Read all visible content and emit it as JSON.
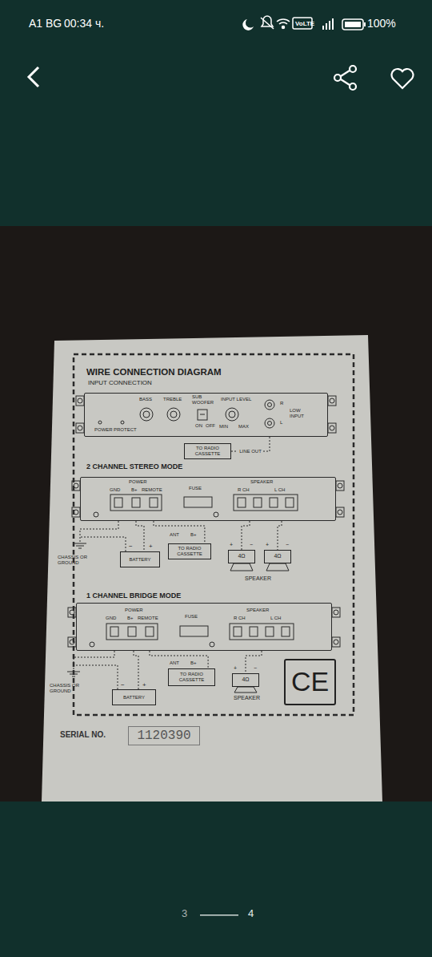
{
  "diagram": {
    "title": "WIRE CONNECTION DIAGRAM",
    "nodes": [
      {
        "text": [
          "BASS",
          "TREBLE",
          "SUB WOOFER",
          "ON",
          "OFF",
          "INPUT LEVEL",
          "MIN",
          "MAX",
          "R",
          "L",
          "LOW INPUT",
          "POWER",
          "PROTECT"
        ]
      },
      {
        "text": [
          "TO RADIO CASSETTE"
        ]
      },
      {
        "text": [
          "POWER",
          "GND",
          "B+",
          "REMOTE",
          "FUSE",
          "SPEAKER",
          "R CH",
          "L CH"
        ]
      },
      {
        "text": [
          "BATTERY"
        ]
      },
      {
        "text": [
          "TO RADIO CASSETTE"
        ]
      },
      {
        "text": [
          "4Ω"
        ]
      },
      {
        "text": [
          "4Ω"
        ]
      },
      {
        "text": [
          "POWER",
          "GND",
          "B+",
          "REMOTE",
          "FUSE",
          "SPEAKER",
          "R CH",
          "L CH"
        ]
      },
      {
        "text": [
          "BATTERY"
        ]
      },
      {
        "text": [
          "TO RADIO CASSETTE"
        ]
      },
      {
        "text": [
          "4Ω"
        ]
      },
      {
        "text": [
          "CE"
        ]
      },
      {
        "text": [
          "1120390"
        ]
      }
    ],
    "edges": [
      {
        "from": 0,
        "to": 1,
        "label": "LINE OUT",
        "arrow": "none"
      },
      {
        "from": 2,
        "to": 3,
        "arrow": "none"
      },
      {
        "from": 2,
        "to": 4,
        "arrow": "none"
      },
      {
        "from": 2,
        "to": 5,
        "arrow": "none"
      },
      {
        "from": 2,
        "to": 6,
        "arrow": "none"
      },
      {
        "from": 7,
        "to": 8,
        "arrow": "none"
      },
      {
        "from": 7,
        "to": 9,
        "arrow": "none"
      },
      {
        "from": 7,
        "to": 10,
        "arrow": "none"
      }
    ],
    "labels": [
      "A1 BG",
      "00:34 ч.",
      "VoLTE",
      "100%",
      "INPUT CONNECTION",
      "2 CHANNEL STEREO MODE",
      "ANT",
      "B+",
      "−",
      "+",
      "+",
      "−",
      "+",
      "−",
      "CHASSIS OR GROUND",
      "SPEAKER",
      "1 CHANNEL BRIDGE MODE",
      "ANT",
      "B+",
      "−",
      "+",
      "+",
      "−",
      "CHASSIS OR GROUND",
      "SPEAKER",
      "SERIAL NO.",
      "3",
      "4"
    ]
  }
}
